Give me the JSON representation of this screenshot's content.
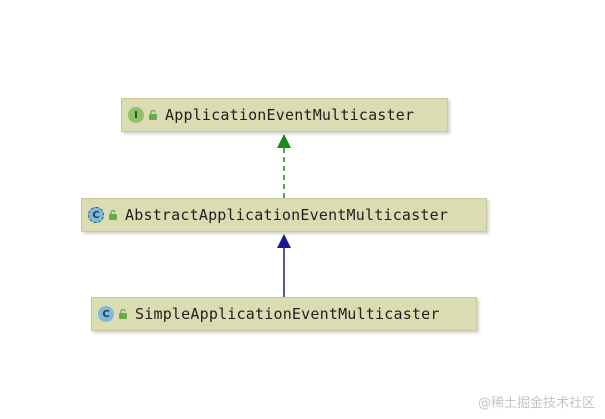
{
  "diagram": {
    "nodes": [
      {
        "id": "n1",
        "kind": "interface",
        "kind_letter": "I",
        "label": "ApplicationEventMulticaster"
      },
      {
        "id": "n2",
        "kind": "abstract",
        "kind_letter": "C",
        "label": "AbstractApplicationEventMulticaster"
      },
      {
        "id": "n3",
        "kind": "class",
        "kind_letter": "C",
        "label": "SimpleApplicationEventMulticaster"
      }
    ],
    "edges": [
      {
        "from": "n2",
        "to": "n1",
        "type": "implements",
        "style": "dashed",
        "color": "#1a8a1a"
      },
      {
        "from": "n3",
        "to": "n2",
        "type": "extends",
        "style": "solid",
        "color": "#1a1a8a"
      }
    ]
  },
  "colors": {
    "node_fill": "#dcdcb3",
    "implements_arrow": "#1a8a1a",
    "extends_arrow": "#1a1a8a",
    "interface_icon": "#8fbf6a",
    "class_icon": "#7fb8d8"
  },
  "watermark": "@稀土掘金技术社区"
}
